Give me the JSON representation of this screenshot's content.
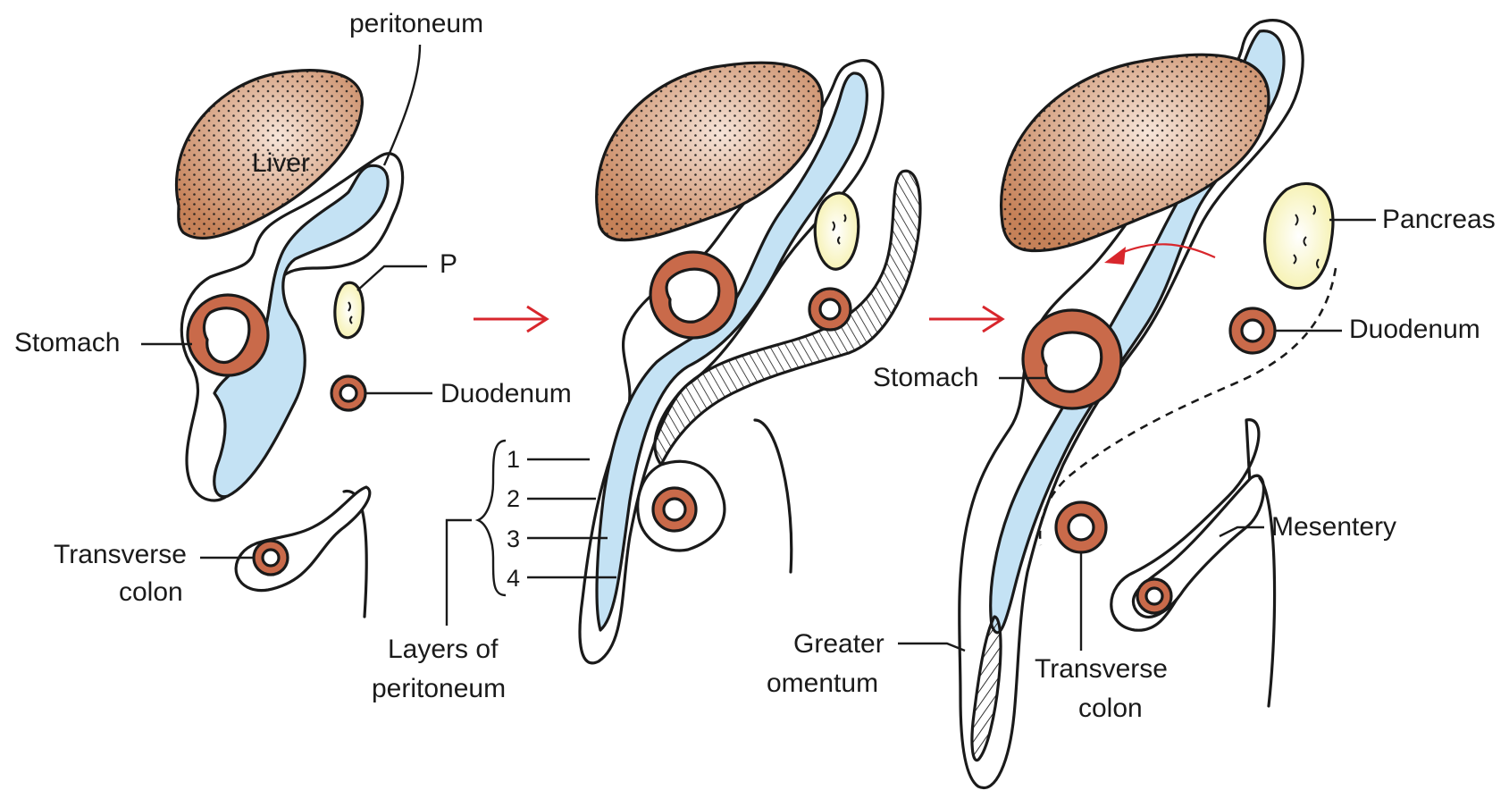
{
  "colors": {
    "liver": "#c58158",
    "liver_highlight": "#f6e4d8",
    "peritoneal_cavity": "#c4e2f4",
    "gut_wall": "#c96a4a",
    "pancreas": "#f5f0a8",
    "arrow": "#d8262c",
    "outline": "#1a1a1a"
  },
  "panel1": {
    "peritoneum": "peritoneum",
    "liver": "Liver",
    "pancreas": "P",
    "stomach": "Stomach",
    "duodenum": "Duodenum",
    "transverse_colon_line1": "Transverse",
    "transverse_colon_line2": "colon"
  },
  "panel2": {
    "layer_numbers": [
      "1",
      "2",
      "3",
      "4"
    ],
    "layers_line1": "Layers of",
    "layers_line2": "peritoneum"
  },
  "panel3": {
    "pancreas": "Pancreas",
    "duodenum": "Duodenum",
    "stomach": "Stomach",
    "mesentery": "Mesentery",
    "greater_omentum_line1": "Greater",
    "greater_omentum_line2": "omentum",
    "transverse_colon_line1": "Transverse",
    "transverse_colon_line2": "colon"
  },
  "arrows": [
    "panel1-to-panel2",
    "panel2-to-panel3"
  ]
}
